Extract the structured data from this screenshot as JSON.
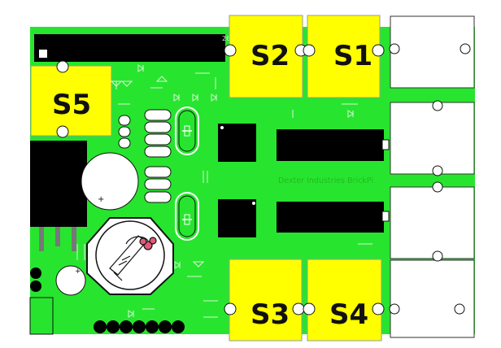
{
  "board": {
    "title": "Dexter Industries BrickPi",
    "colors": {
      "pcb": "#27e52e",
      "connector": "#ffff00",
      "chip": "#000000",
      "jack": "#ffffff"
    }
  },
  "ports": {
    "s1": "S1",
    "s2": "S2",
    "s3": "S3",
    "s4": "S4",
    "s5": "S5"
  },
  "silkscreen": {
    "pin_1": "1",
    "pin_26": "26"
  },
  "icons": [
    "raspberry-pi-logo",
    "crystal-oscillator",
    "capacitor",
    "diode"
  ]
}
